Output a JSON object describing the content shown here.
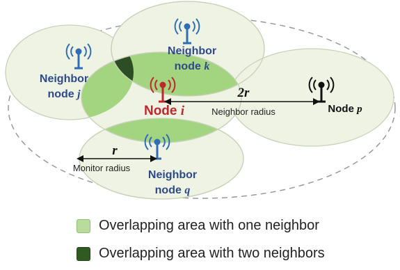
{
  "nodes": {
    "node_i": {
      "label": "Node",
      "var": "i"
    },
    "node_p": {
      "label": "Node",
      "var": "p"
    },
    "neighbor_j": {
      "line1": "Neighbor",
      "line2": "node",
      "var": "j"
    },
    "neighbor_k": {
      "line1": "Neighbor",
      "line2": "node",
      "var": "k"
    },
    "neighbor_q": {
      "line1": "Neighbor",
      "line2": "node",
      "var": "q"
    }
  },
  "measures": {
    "two_r": {
      "coef": "2",
      "var": "r"
    },
    "r": {
      "var": "r"
    },
    "neighbor_radius": "Neighbor radius",
    "monitor_radius": "Monitor radius"
  },
  "legend": [
    {
      "label": "Overlapping area with one neighbor",
      "color": "#b9dc9c"
    },
    {
      "label": "Overlapping area with two neighbors",
      "color": "#2f5a22"
    }
  ],
  "colors": {
    "circle_fill": "#eef3e4",
    "circle_stroke": "#c8d2b8",
    "overlap_one": "#a3d47f",
    "overlap_two": "#2d4d25",
    "node_i": "#c0272d",
    "neighbor_text": "#2e4a8a",
    "antenna_blue": "#2f6db5",
    "antenna_black": "#111111"
  }
}
